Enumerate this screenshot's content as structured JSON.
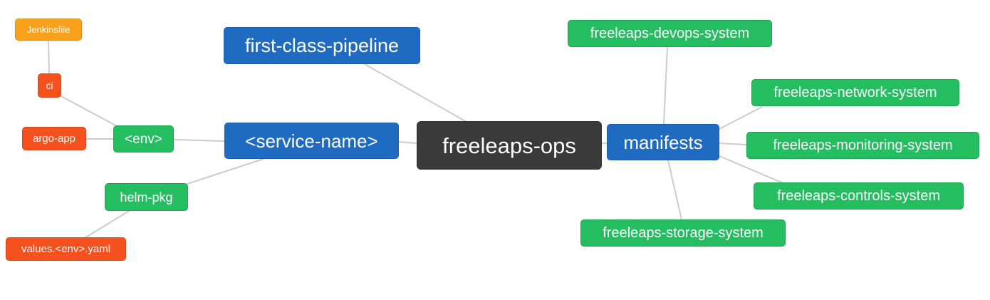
{
  "diagram": {
    "type": "mindmap",
    "root_label": "freeleaps-ops",
    "colors": {
      "orange": "#f9a11d",
      "red_orange": "#f4511e",
      "green": "#24bd60",
      "blue": "#1f6bc2",
      "dark": "#3a3a3a",
      "edge_gray": "#cccccc",
      "node_text": "#ffffff",
      "background": "#ffffff"
    },
    "nodes": [
      {
        "id": "jenkinsfile",
        "label": "Jenkinsfile",
        "color": "#f9a11d"
      },
      {
        "id": "ci",
        "label": "ci",
        "color": "#f4511e"
      },
      {
        "id": "argo-app",
        "label": "argo-app",
        "color": "#f4511e"
      },
      {
        "id": "env",
        "label": "<env>",
        "color": "#24bd60"
      },
      {
        "id": "helm-pkg",
        "label": "helm-pkg",
        "color": "#24bd60"
      },
      {
        "id": "values-env-yaml",
        "label": "values.<env>.yaml",
        "color": "#f4511e"
      },
      {
        "id": "first-class-pipeline",
        "label": "first-class-pipeline",
        "color": "#1f6bc2"
      },
      {
        "id": "service-name",
        "label": "<service-name>",
        "color": "#1f6bc2"
      },
      {
        "id": "freeleaps-ops",
        "label": "freeleaps-ops",
        "color": "#3a3a3a"
      },
      {
        "id": "manifests",
        "label": "manifests",
        "color": "#1f6bc2"
      },
      {
        "id": "devops-system",
        "label": "freeleaps-devops-system",
        "color": "#24bd60"
      },
      {
        "id": "network-system",
        "label": "freeleaps-network-system",
        "color": "#24bd60"
      },
      {
        "id": "monitoring-system",
        "label": "freeleaps-monitoring-system",
        "color": "#24bd60"
      },
      {
        "id": "controls-system",
        "label": "freeleaps-controls-system",
        "color": "#24bd60"
      },
      {
        "id": "storage-system",
        "label": "freeleaps-storage-system",
        "color": "#24bd60"
      }
    ],
    "edges": [
      {
        "from": "jenkinsfile",
        "to": "ci"
      },
      {
        "from": "ci",
        "to": "env"
      },
      {
        "from": "argo-app",
        "to": "env"
      },
      {
        "from": "env",
        "to": "service-name"
      },
      {
        "from": "first-class-pipeline",
        "to": "freeleaps-ops"
      },
      {
        "from": "service-name",
        "to": "freeleaps-ops"
      },
      {
        "from": "service-name",
        "to": "helm-pkg"
      },
      {
        "from": "helm-pkg",
        "to": "values-env-yaml"
      },
      {
        "from": "freeleaps-ops",
        "to": "manifests"
      },
      {
        "from": "manifests",
        "to": "devops-system"
      },
      {
        "from": "manifests",
        "to": "network-system"
      },
      {
        "from": "manifests",
        "to": "monitoring-system"
      },
      {
        "from": "manifests",
        "to": "controls-system"
      },
      {
        "from": "manifests",
        "to": "storage-system"
      }
    ]
  }
}
